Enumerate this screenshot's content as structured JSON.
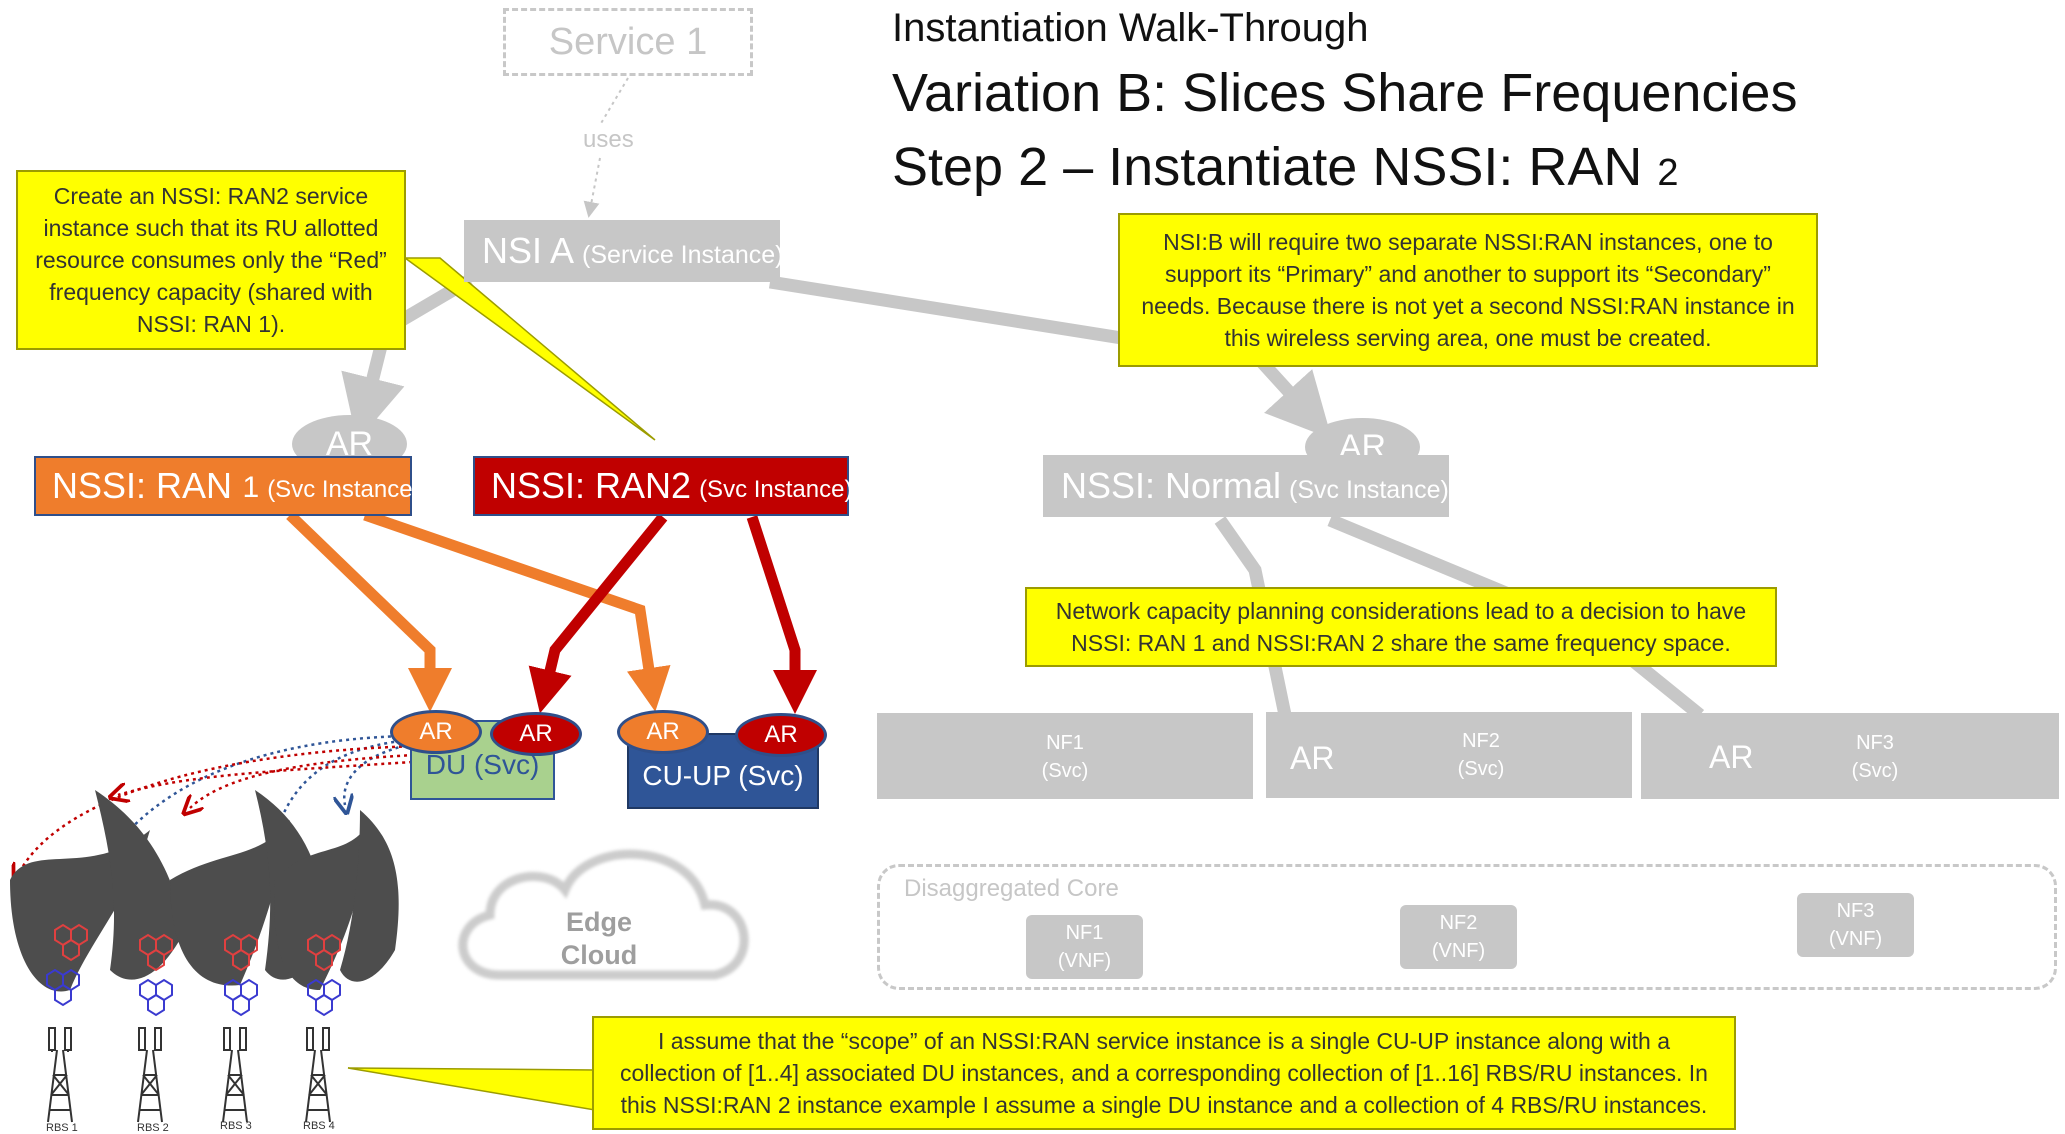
{
  "header": {
    "line1": "Instantiation Walk-Through",
    "line2": "Variation B: Slices Share Frequencies",
    "line3": "Step 2 – Instantiate NSSI: RAN",
    "line3_suffix": "2"
  },
  "service": {
    "label": "Service 1",
    "uses": "uses"
  },
  "nsi_a": {
    "name": "NSI A",
    "sub": "(Service Instance)"
  },
  "nssi_ran1": {
    "name": "NSSI: RAN",
    "num": "1",
    "sub": "(Svc Instance)"
  },
  "nssi_ran2": {
    "name": "NSSI: RAN2",
    "sub": "(Svc Instance)"
  },
  "nssi_normal": {
    "name": "NSSI: Normal",
    "sub": "(Svc Instance)"
  },
  "ar_label": "AR",
  "du": {
    "label": "DU (Svc)"
  },
  "cuup": {
    "label": "CU-UP (Svc)"
  },
  "callouts": {
    "create": "Create an NSSI: RAN2 service instance such that its RU allotted resource consumes only the “Red” frequency capacity (shared with NSSI: RAN 1).",
    "nsi_b": "NSI:B will require two separate NSSI:RAN instances, one to support its “Primary” and another to support its “Secondary” needs.  Because there is not yet a second NSSI:RAN instance in this wireless serving area, one must be created.",
    "capacity": "Network capacity planning considerations lead to a decision to have NSSI: RAN 1 and NSSI:RAN 2 share the same frequency space.",
    "scope": "I assume that the “scope” of an NSSI:RAN service instance is a single CU-UP instance along with a collection of [1..4] associated DU instances, and a corresponding collection of [1..16] RBS/RU instances.  In this NSSI:RAN 2 instance example I assume a single DU instance and a collection of 4 RBS/RU instances."
  },
  "nf_svc": [
    {
      "name": "NF1",
      "sub": "(Svc)"
    },
    {
      "name": "NF2",
      "sub": "(Svc)"
    },
    {
      "name": "NF3",
      "sub": "(Svc)"
    }
  ],
  "core": {
    "label": "Disaggregated Core",
    "vnfs": [
      {
        "name": "NF1",
        "sub": "(VNF)"
      },
      {
        "name": "NF2",
        "sub": "(VNF)"
      },
      {
        "name": "NF3",
        "sub": "(VNF)"
      }
    ]
  },
  "cloud": {
    "line1": "Edge",
    "line2": "Cloud"
  },
  "rbs": [
    "RBS 1",
    "RBS 2",
    "RBS 3",
    "RBS 4"
  ],
  "colors": {
    "orange": "#ef7d2c",
    "red": "#c00000",
    "grey": "#c7c7c7",
    "yellow": "#ffff00",
    "blue": "#2f5597"
  }
}
